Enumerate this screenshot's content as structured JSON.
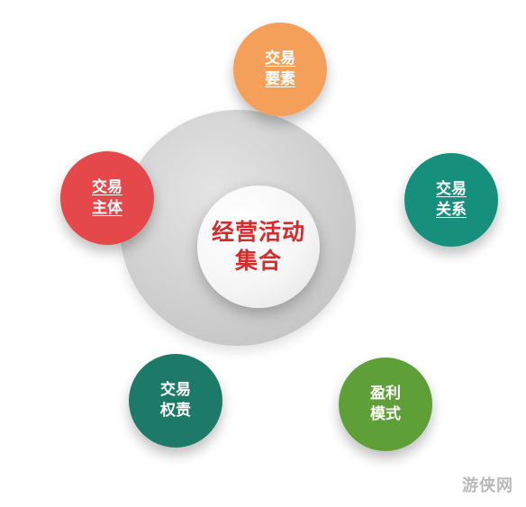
{
  "center": {
    "line1": "经营活动",
    "line2": "集合",
    "color": "#d42b2b"
  },
  "nodes": [
    {
      "id": "top",
      "line1": "交易",
      "line2": "要素",
      "color": "#f5a05a"
    },
    {
      "id": "left",
      "line1": "交易",
      "line2": "主体",
      "color": "#e5484a"
    },
    {
      "id": "right",
      "line1": "交易",
      "line2": "关系",
      "color": "#16907c"
    },
    {
      "id": "bl",
      "line1": "交易",
      "line2": "权责",
      "color": "#1d7a68"
    },
    {
      "id": "br",
      "line1": "盈利",
      "line2": "模式",
      "color": "#5e9f38"
    }
  ],
  "watermark": "游侠网"
}
